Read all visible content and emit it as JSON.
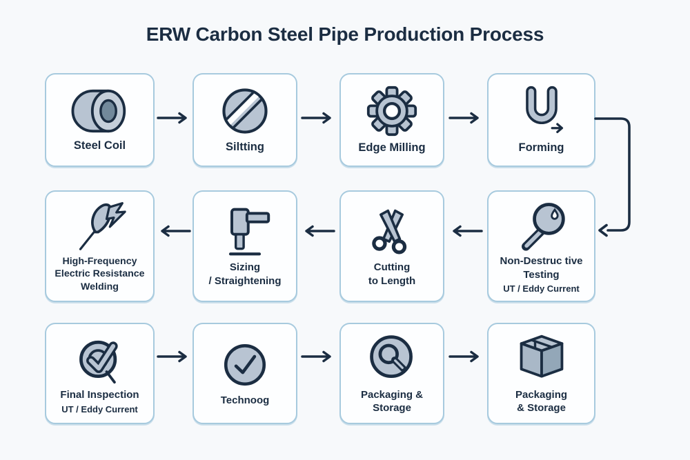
{
  "title": "ERW Carbon Steel Pipe Production Process",
  "colors": {
    "background": "#f7f9fb",
    "box_fill": "#fdfeff",
    "box_border": "#a7cade",
    "ink": "#1b2d42",
    "icon_fill_light": "#b8c4d2",
    "icon_fill_mid": "#93a7b8",
    "icon_fill_core": "#72899b"
  },
  "boxes": [
    {
      "id": "steel-coil",
      "label": "Steel Coil",
      "icon": "coil-icon"
    },
    {
      "id": "slitting",
      "label": "Siltting",
      "icon": "slitting-disc-icon"
    },
    {
      "id": "edge-milling",
      "label": "Edge Milling",
      "icon": "gear-icon"
    },
    {
      "id": "forming",
      "label": "Forming",
      "icon": "u-forming-icon"
    },
    {
      "id": "hf-welding",
      "label": "High-Frequency\nElectric Resistance\nWelding",
      "icon": "welding-torch-icon"
    },
    {
      "id": "sizing",
      "label": "Sizing\n/ Straightening",
      "icon": "mill-head-icon"
    },
    {
      "id": "cutting",
      "label": "Cutting\nto Length",
      "icon": "scissors-icon"
    },
    {
      "id": "ndt",
      "label": "Non-Destruc tive\nTesting",
      "sublabel": "UT / Eddy Current",
      "icon": "magnifier-droplet-icon"
    },
    {
      "id": "final-inspection",
      "label": "Final Inspection",
      "sublabel": "UT / Eddy Current",
      "icon": "check-magnifier-icon"
    },
    {
      "id": "technoog",
      "label": "Technoog",
      "icon": "check-circle-icon"
    },
    {
      "id": "packaging-storage-1",
      "label": "Packaging &\nStorage",
      "icon": "magnifier-icon"
    },
    {
      "id": "packaging-storage-2",
      "label": "Packaging\n& Storage",
      "icon": "package-box-icon"
    }
  ],
  "connections": [
    {
      "from": "steel-coil",
      "to": "slitting",
      "direction": "right"
    },
    {
      "from": "slitting",
      "to": "edge-milling",
      "direction": "right"
    },
    {
      "from": "edge-milling",
      "to": "forming",
      "direction": "right"
    },
    {
      "from": "forming",
      "to": "ndt",
      "direction": "elbow-right-down-left"
    },
    {
      "from": "ndt",
      "to": "cutting",
      "direction": "left"
    },
    {
      "from": "cutting",
      "to": "sizing",
      "direction": "left"
    },
    {
      "from": "sizing",
      "to": "hf-welding",
      "direction": "left"
    },
    {
      "from": "final-inspection",
      "to": "technoog",
      "direction": "right"
    },
    {
      "from": "technoog",
      "to": "packaging-storage-1",
      "direction": "right"
    },
    {
      "from": "packaging-storage-1",
      "to": "packaging-storage-2",
      "direction": "right"
    }
  ]
}
